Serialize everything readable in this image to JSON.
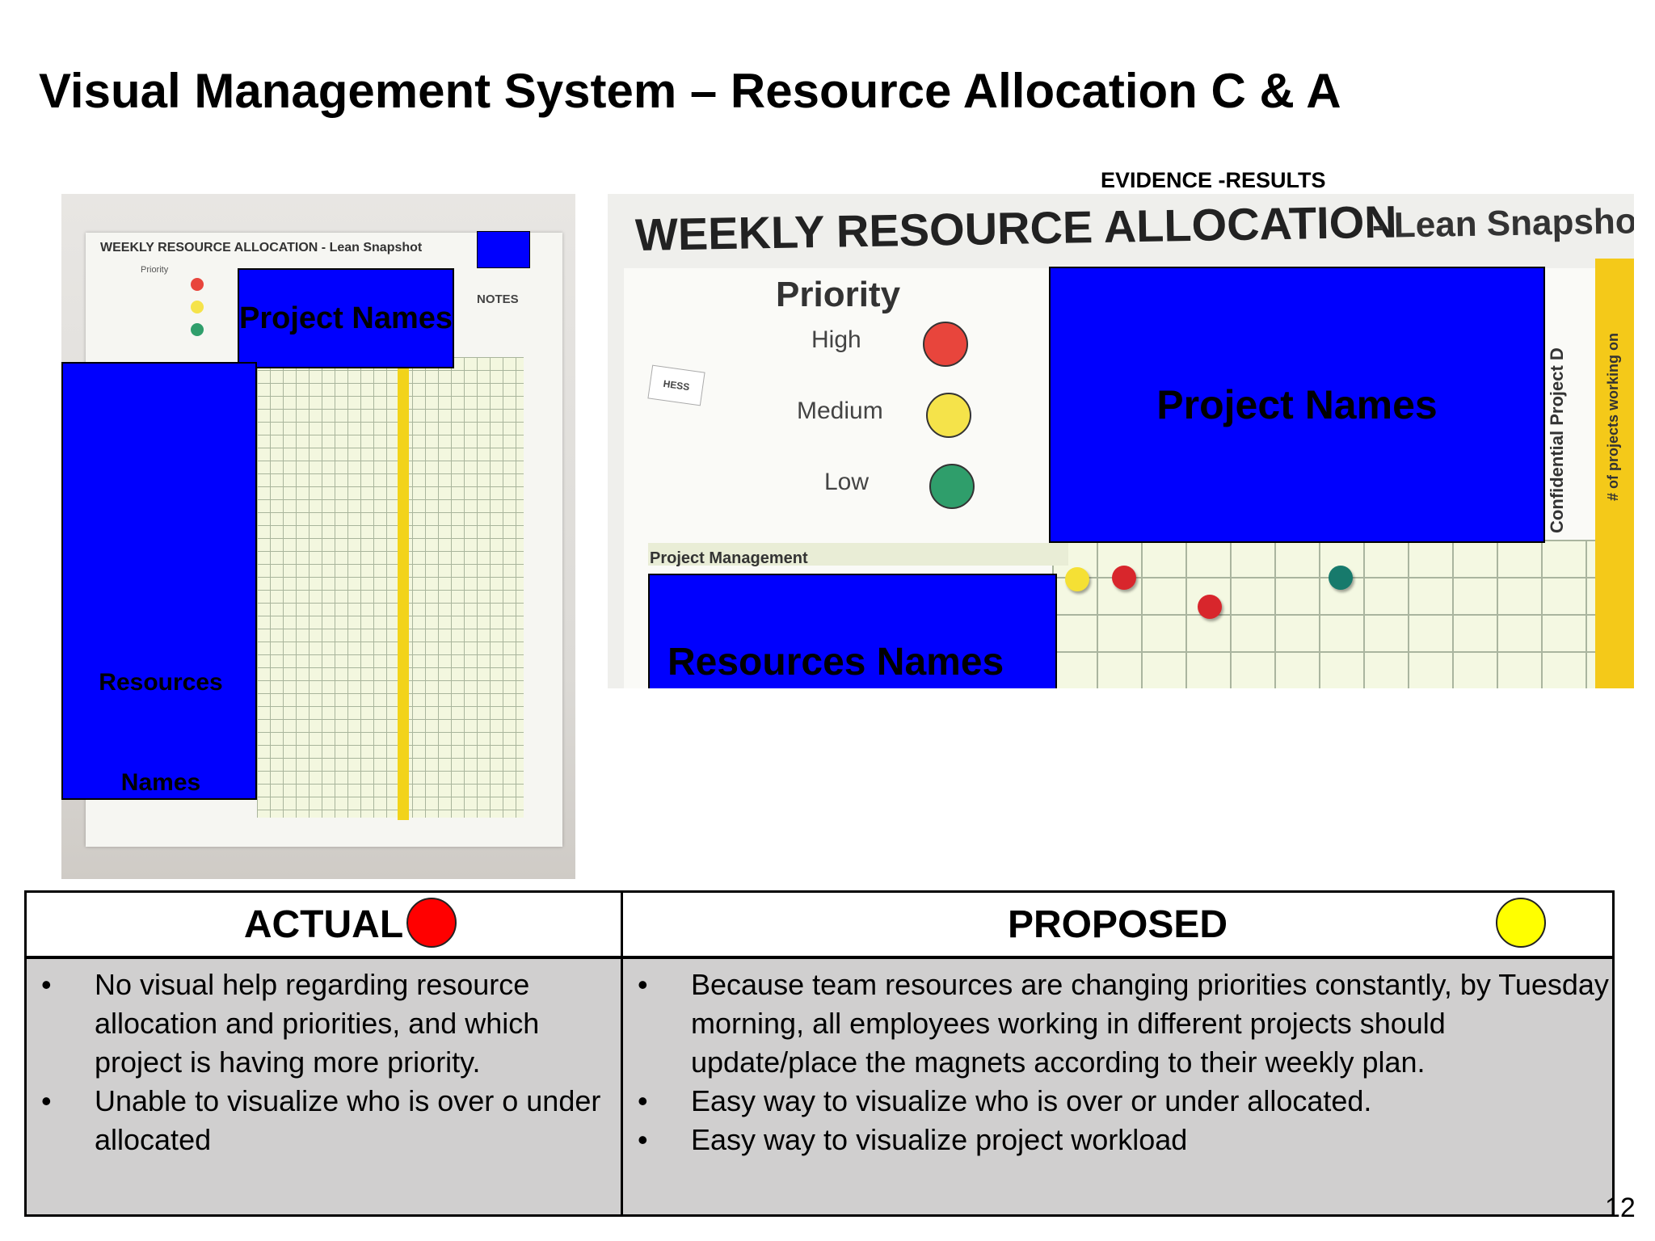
{
  "slide": {
    "title": "Visual Management System – Resource Allocation C & A",
    "evidence_label": "EVIDENCE -RESULTS",
    "page_number": "12"
  },
  "left_photo": {
    "board_heading": "WEEKLY RESOURCE ALLOCATION - Lean Snapshot",
    "priority_label": "Priority",
    "notes_label": "NOTES",
    "project_names_box": "Project Names",
    "resources_label": "Resources",
    "names_label": "Names"
  },
  "right_photo": {
    "board_heading": "WEEKLY RESOURCE ALLOCATION",
    "board_subheading": "- Lean Snapshot",
    "priority_label": "Priority",
    "levels": [
      {
        "label": "High",
        "color": "#e8453c"
      },
      {
        "label": "Medium",
        "color": "#f5e34a"
      },
      {
        "label": "Low",
        "color": "#2f9e6b"
      }
    ],
    "hess_label": "HESS",
    "project_management_label": "Project Management",
    "confidential_label": "Confidential Project D",
    "projects_count_label": "# of projects working on",
    "project_names_box": "Project Names",
    "resources_names_box": "Resources Names"
  },
  "comparison": {
    "actual": {
      "heading": "ACTUAL",
      "status_color": "#ff0000",
      "bullets": [
        "No visual help regarding resource allocation and priorities, and which project is having more priority.",
        "Unable to visualize who is over o under allocated"
      ]
    },
    "proposed": {
      "heading": "PROPOSED",
      "status_color": "#ffff00",
      "bullets": [
        "Because team resources are changing priorities constantly, by Tuesday morning, all employees working in different projects should update/place the magnets according to their weekly plan.",
        "Easy way to visualize who is over or under allocated.",
        "Easy way to visualize project workload"
      ]
    }
  },
  "colors": {
    "redaction_blue": "#0000fe",
    "table_body_gray": "#d0cfcf"
  }
}
